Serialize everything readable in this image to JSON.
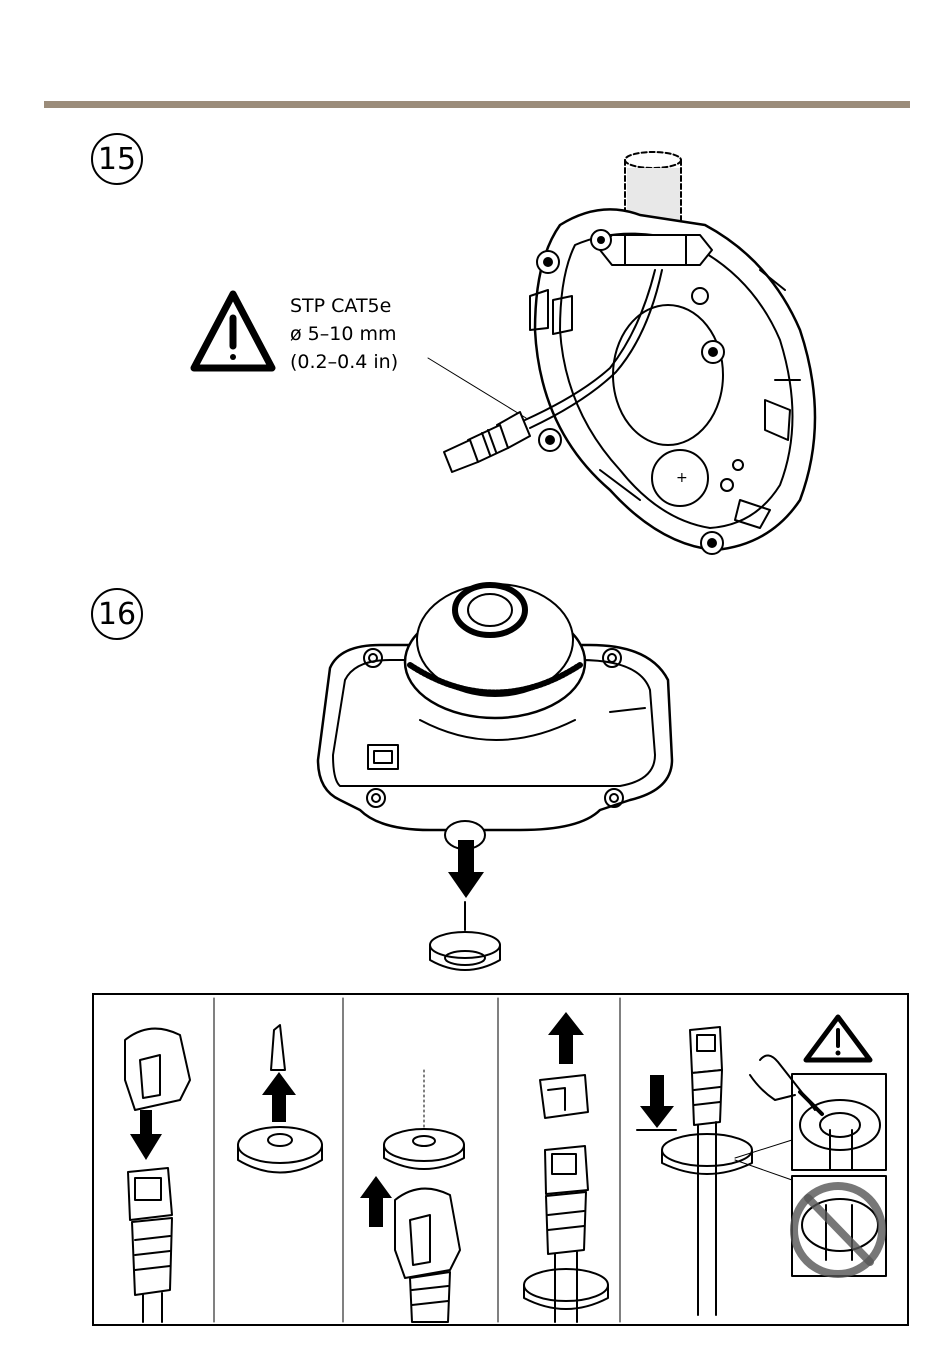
{
  "header": {
    "rule_color": "#9b8c7a"
  },
  "step15": {
    "number": "15",
    "warning": {
      "icon": "warning-triangle-icon",
      "lines": [
        "STP CAT5e",
        "ø 5–10 mm",
        "(0.2–0.4 in)"
      ]
    }
  },
  "step16": {
    "number": "16"
  },
  "sub_steps": {
    "panel_count": 5,
    "panels": [
      "boot-over-connector",
      "pull-out-grommet-pin",
      "push-boot-through-grommet",
      "remove-boot-from-connector",
      "push-grommet-onto-cable"
    ],
    "warning_icon": "warning-triangle-icon",
    "prohibited_icon": "no-symbol-icon"
  }
}
